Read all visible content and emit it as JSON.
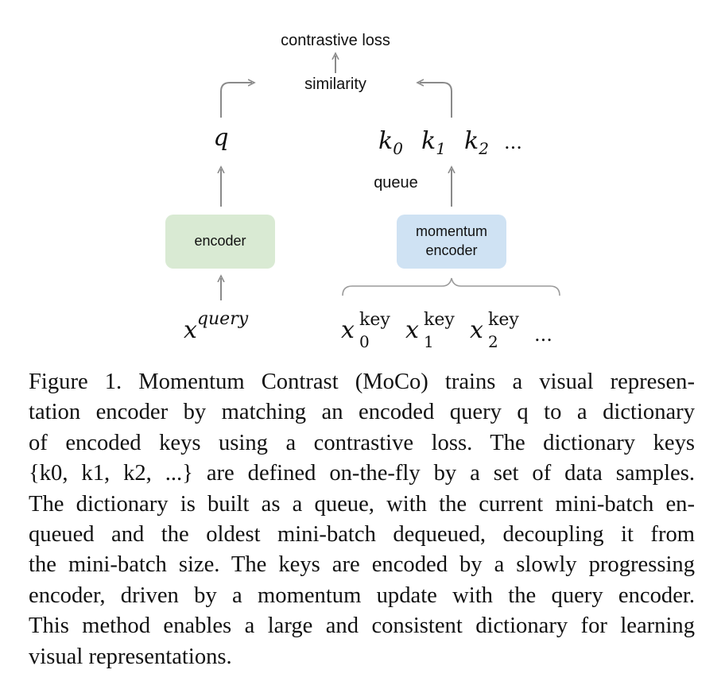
{
  "diagram": {
    "loss_label": "contrastive loss",
    "similarity_label": "similarity",
    "query_symbol": "q",
    "keys": [
      {
        "base": "k",
        "sub": "0"
      },
      {
        "base": "k",
        "sub": "1"
      },
      {
        "base": "k",
        "sub": "2"
      }
    ],
    "keys_ellipsis": "...",
    "queue_label": "queue",
    "encoder_label": "encoder",
    "momentum_encoder_label_line1": "momentum",
    "momentum_encoder_label_line2": "encoder",
    "query_input": {
      "base": "x",
      "sup": "query"
    },
    "key_inputs": [
      {
        "base": "x",
        "sup": "key",
        "sub": "0"
      },
      {
        "base": "x",
        "sup": "key",
        "sub": "1"
      },
      {
        "base": "x",
        "sup": "key",
        "sub": "2"
      }
    ],
    "key_inputs_ellipsis": "...",
    "colors": {
      "encoder_fill": "#d9ead3",
      "momentum_encoder_fill": "#cfe2f3",
      "arrow": "#8a8a8a"
    }
  },
  "caption": {
    "lines": [
      "Figure 1. Momentum Contrast (MoCo) trains a visual represen-",
      "tation encoder by matching an encoded query q to a dictionary",
      "of encoded keys using a contrastive loss. The dictionary keys",
      "{k0, k1, k2, ...} are defined on-the-fly by a set of data samples.",
      "The dictionary is built as a queue, with the current mini-batch en-",
      "queued and the oldest mini-batch dequeued, decoupling it from",
      "the mini-batch size. The keys are encoded by a slowly progressing",
      "encoder, driven by a momentum update with the query encoder.",
      "This method enables a large and consistent dictionary for learning",
      "visual representations."
    ]
  }
}
